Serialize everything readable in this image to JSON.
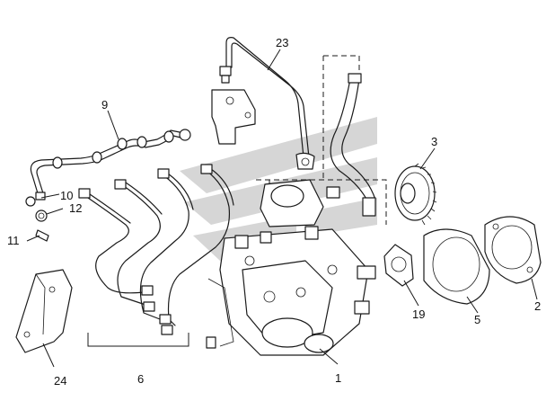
{
  "diagram": {
    "watermark_color": "#d6d6d6",
    "line_color": "#1a1a1a",
    "callouts": [
      {
        "id": "c1",
        "label": "1"
      },
      {
        "id": "c2",
        "label": "2"
      },
      {
        "id": "c3",
        "label": "3"
      },
      {
        "id": "c5",
        "label": "5"
      },
      {
        "id": "c6",
        "label": "6"
      },
      {
        "id": "c9",
        "label": "9"
      },
      {
        "id": "c10",
        "label": "10"
      },
      {
        "id": "c11",
        "label": "11"
      },
      {
        "id": "c12",
        "label": "12"
      },
      {
        "id": "c19",
        "label": "19"
      },
      {
        "id": "c23",
        "label": "23"
      },
      {
        "id": "c24",
        "label": "24"
      }
    ]
  }
}
